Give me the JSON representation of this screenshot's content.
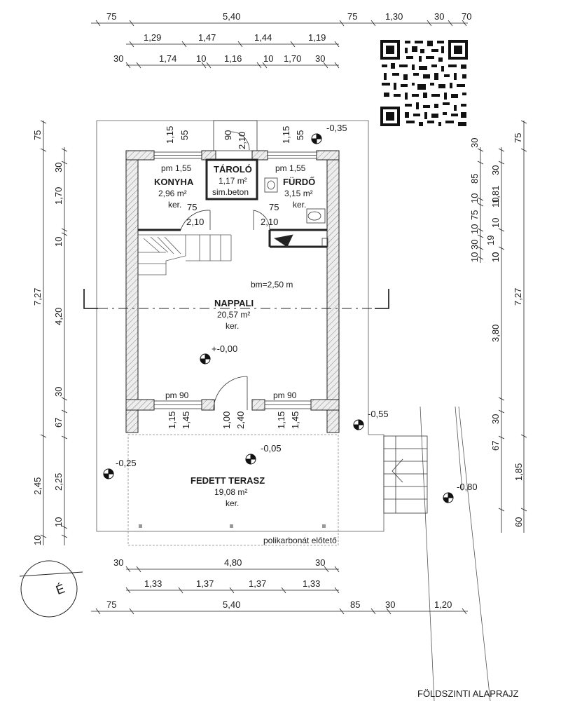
{
  "title": "FÖLDSZINTI ALAPRAJZ",
  "rooms": {
    "konyha": {
      "name": "KONYHA",
      "area": "2,96 m²",
      "finish": "ker.",
      "sill": "pm 1,55"
    },
    "tarolo": {
      "name": "TÁROLÓ",
      "area": "1,17 m²",
      "finish": "sim.beton"
    },
    "furdo": {
      "name": "FÜRDŐ",
      "area": "3,15 m²",
      "finish": "ker.",
      "sill": "pm 1,55"
    },
    "nappali": {
      "name": "NAPPALI",
      "area": "20,57 m²",
      "finish": "ker.",
      "height": "bm=2,50 m"
    },
    "terasz": {
      "name": "FEDETT TERASZ",
      "area": "19,08 m²",
      "finish": "ker.",
      "canopy": "polikarbonát előtető"
    }
  },
  "sills": {
    "nappali_left": "pm 90",
    "nappali_right": "pm 90"
  },
  "levels": [
    "+-0,00",
    "-0,05",
    "-0,25",
    "-0,35",
    "-0,55",
    "-0,80"
  ],
  "dims": {
    "top_row1": [
      "75",
      "5,40",
      "75",
      "1,30",
      "30",
      "70"
    ],
    "top_row2": [
      "1,29",
      "1,47",
      "1,44",
      "1,19"
    ],
    "top_row3": [
      "30",
      "1,74",
      "10",
      "1,16",
      "10",
      "1,70",
      "30"
    ],
    "bottom_row1": [
      "30",
      "4,80",
      "30"
    ],
    "bottom_row2": [
      "1,33",
      "1,37",
      "1,37",
      "1,33"
    ],
    "bottom_row3": [
      "75",
      "5,40",
      "85",
      "30",
      "1,20"
    ],
    "left_outer": [
      "75",
      "7,27",
      "2,45",
      "10"
    ],
    "left_inner": [
      "30",
      "1,70",
      "10",
      "4,20",
      "30",
      "67",
      "2,25",
      "10"
    ],
    "right_outer": [
      "75",
      "7,27",
      "60"
    ],
    "right_inner": [
      "30",
      "1,81",
      "10",
      "19",
      "10",
      "3,80",
      "30",
      "67",
      "1,85"
    ],
    "right_small": [
      "30",
      "85",
      "10",
      "75",
      "10",
      "30",
      "10"
    ],
    "right_small2": [
      "10",
      "10"
    ],
    "openings": {
      "door_konyha_w": "75",
      "door_konyha_h": "2,10",
      "door_furdo_w": "75",
      "door_furdo_h": "2,10",
      "door_tarolo_w": "90",
      "door_tarolo_h": "2,10",
      "win_konyha": [
        "1,15",
        "55"
      ],
      "win_furdo": [
        "1,15",
        "55"
      ],
      "win_bottom_left": [
        "1,15",
        "1,45"
      ],
      "win_bottom_right": [
        "1,15",
        "1,45"
      ],
      "door_bottom": [
        "1,00",
        "2,40"
      ]
    }
  },
  "compass_label": "É"
}
